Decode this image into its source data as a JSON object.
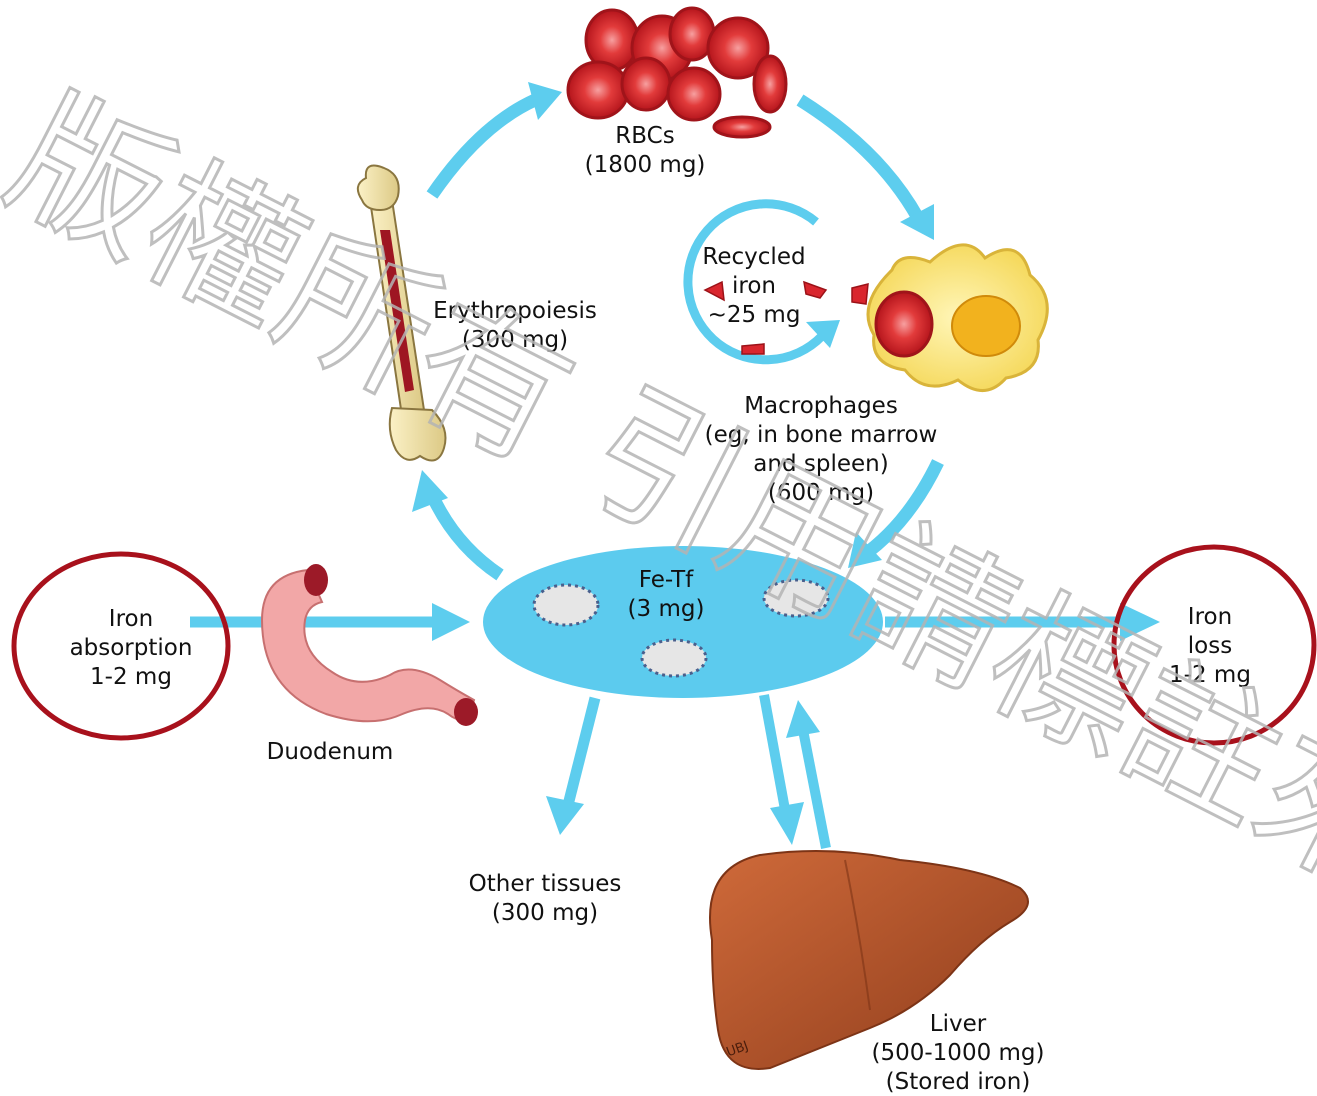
{
  "labels": {
    "rbcs": [
      "RBCs",
      "(1800 mg)"
    ],
    "recycled": [
      "Recycled",
      "iron",
      "~25 mg"
    ],
    "erythropoiesis": [
      "Erythropoiesis",
      "(300 mg)"
    ],
    "macrophages": [
      "Macrophages",
      "(eg, in bone marrow",
      "and spleen)",
      "(600 mg)"
    ],
    "fetf": [
      "Fe-Tf",
      "(3 mg)"
    ],
    "absorption": [
      "Iron",
      "absorption",
      "1-2 mg"
    ],
    "loss": [
      "Iron",
      "loss",
      "1-2 mg"
    ],
    "duodenum": "Duodenum",
    "other_tissues": [
      "Other tissues",
      "(300 mg)"
    ],
    "liver": [
      "Liver",
      "(500-1000 mg)",
      "(Stored iron)"
    ],
    "liver_tag": "UBJ"
  },
  "watermark": "版權所有 引用請標註來源",
  "colors": {
    "arrow": "#5dcdee",
    "fetf_ellipse": "#5ccbee",
    "rbc": "#d0202a",
    "liver": "#b5532a",
    "highlight_circle": "#a8111c",
    "bone": "#f2e3a8",
    "macrophage": "#fce97a",
    "duodenum": "#f2a7a7",
    "watermark": "#b4b4b4"
  }
}
